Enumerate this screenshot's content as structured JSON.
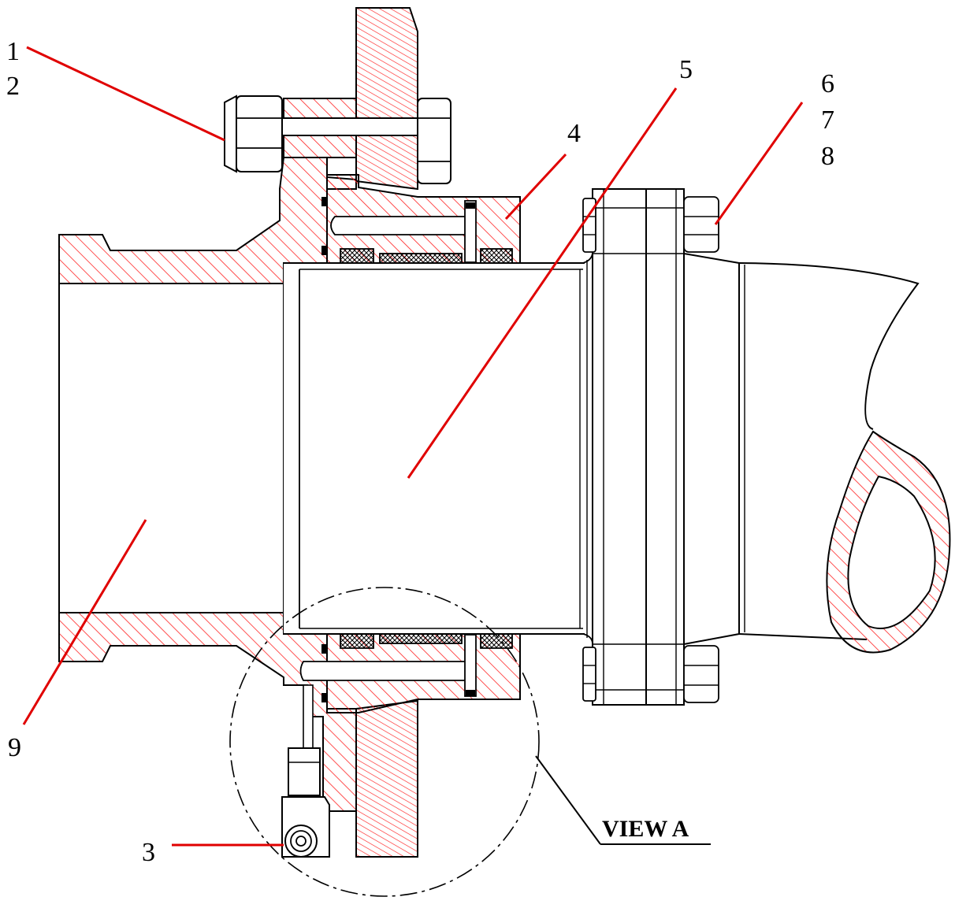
{
  "diagram": {
    "labels": {
      "l1": "1",
      "l2": "2",
      "l3": "3",
      "l4": "4",
      "l5": "5",
      "l6": "6",
      "l7": "7",
      "l8": "8",
      "l9": "9",
      "view_a": "VIEW A"
    },
    "colors": {
      "outline": "#000000",
      "hatch": "#ff2222",
      "leader": "#e00000",
      "packing": "#000000"
    }
  }
}
